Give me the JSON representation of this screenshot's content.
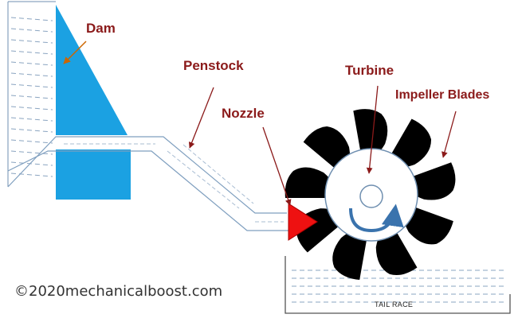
{
  "labels": {
    "dam": "Dam",
    "penstock": "Penstock",
    "nozzle": "Nozzle",
    "turbine": "Turbine",
    "impeller_blades": "Impeller Blades",
    "tail_race": "TAIL RACE"
  },
  "credit": "©2020mechanicalboost.com",
  "colors": {
    "water": "#1ba1e2",
    "nozzle": "#ee1111",
    "blade": "#000000",
    "label": "#8b1a1a",
    "arrow": "#3a73ad",
    "pipe": "#7f9fbf"
  },
  "blade_count": 9
}
